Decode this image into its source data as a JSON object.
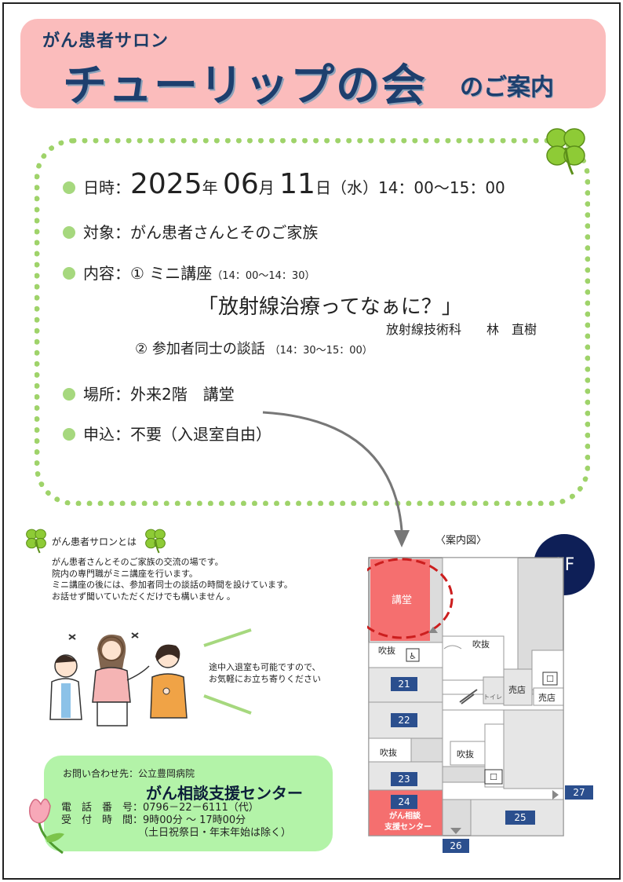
{
  "header": {
    "subtitle": "がん患者サロン",
    "title": "チューリップの会",
    "suffix": "のご案内"
  },
  "details": {
    "date_label": "日時：",
    "date_year": "2025",
    "date_year_unit": "年",
    "date_month": "06",
    "date_month_unit": "月",
    "date_day": "11",
    "date_day_unit": "日",
    "date_rest": "（水）14：00～15：00",
    "target": "対象：がん患者さんとそのご家族",
    "content_label": "内容：① ミニ講座",
    "content_time": "（14：00～14：30）",
    "lecture_title": "「放射線治療ってなぁに？」",
    "lecturer": "放射線技術科　　林　直樹",
    "item2": "② 参加者同士の談話",
    "item2_time": "（14：30～15：00）",
    "place": "場所：外来2階　講堂",
    "apply": "申込：不要（入退室自由）"
  },
  "salon": {
    "title": "がん患者サロンとは",
    "desc": [
      "がん患者さんとそのご家族の交流の場です。",
      "院内の専門職がミニ講座を行います。",
      "ミニ講座の後には、参加者同士の談話の時間を設けています。",
      "お話せず聞いていただくだけでも構いません 。"
    ]
  },
  "side_note": [
    "途中入退室も可能ですので、",
    "お気軽にお立ち寄りください"
  ],
  "contact": {
    "line1": "お問い合わせ先：公立豊岡病院",
    "center": "がん相談支援センター",
    "phone": "電　話　番　号：0796－22－6111（代）",
    "hours": "受　付　時　間：9時00分 ～ 17時00分",
    "hours_note": "（土日祝祭日・年末年始は除く）"
  },
  "map": {
    "title": "〈案内図〉",
    "floor": "2F",
    "auditorium": "講堂",
    "fukinuke": "吹抜",
    "shop": "売店",
    "toilet": "トイレ",
    "center": [
      "がん相談",
      "支援センター"
    ],
    "rooms": [
      "21",
      "22",
      "23",
      "24",
      "25",
      "26",
      "27"
    ]
  },
  "colors": {
    "header_bg": "#fbbcbc",
    "title": "#1d3f6e",
    "dotted": "#9fd36a",
    "room_label": "#2b4f8e",
    "auditorium": "#f56f6f",
    "contact_bg": "#b3f3a8"
  }
}
